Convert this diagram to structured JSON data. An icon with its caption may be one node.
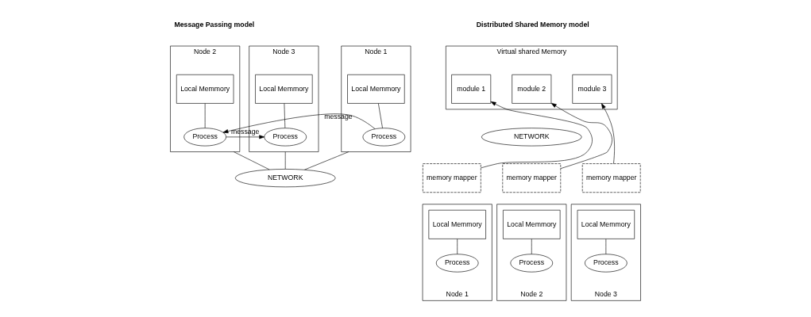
{
  "diagram": {
    "nodes": [
      {
        "text": [
          "Node 1"
        ]
      },
      {
        "text": [
          "Local Memmory"
        ],
        "in": 0
      },
      {
        "text": [
          "Process"
        ],
        "in": 0
      },
      {
        "text": [
          "Node 2"
        ]
      },
      {
        "text": [
          "Local Memmory"
        ],
        "in": 3
      },
      {
        "text": [
          "Process"
        ],
        "in": 3
      },
      {
        "text": [
          "Node 3"
        ]
      },
      {
        "text": [
          "Local Memmory"
        ],
        "in": 6
      },
      {
        "text": [
          "Process"
        ],
        "in": 6
      },
      {
        "text": [
          "NETWORK"
        ]
      },
      {
        "text": [
          "Virtual shared Memory"
        ]
      },
      {
        "text": [
          "module 1"
        ],
        "in": 10
      },
      {
        "text": [
          "module 2"
        ],
        "in": 10
      },
      {
        "text": [
          "module 3"
        ],
        "in": 10
      },
      {
        "text": [
          "NETWORK"
        ]
      },
      {
        "text": [
          "memory mapper"
        ]
      },
      {
        "text": [
          "Node 1"
        ]
      },
      {
        "text": [
          "Local Memmory"
        ],
        "in": 16
      },
      {
        "text": [
          "Process"
        ],
        "in": 16
      },
      {
        "text": [
          "memory mapper"
        ]
      },
      {
        "text": [
          "Node 2"
        ]
      },
      {
        "text": [
          "Local Memmory"
        ],
        "in": 20
      },
      {
        "text": [
          "Process"
        ],
        "in": 20
      },
      {
        "text": [
          "memory mapper"
        ]
      },
      {
        "text": [
          "Node 3"
        ]
      },
      {
        "text": [
          "Local Memmory"
        ],
        "in": 24
      },
      {
        "text": [
          "Process"
        ],
        "in": 24
      }
    ],
    "edges": [
      {
        "from": 1,
        "to": 2,
        "arrow": "none"
      },
      {
        "from": 4,
        "to": 5,
        "arrow": "none"
      },
      {
        "from": 7,
        "to": 8,
        "arrow": "none"
      },
      {
        "from": 0,
        "to": 9,
        "arrow": "none"
      },
      {
        "from": 3,
        "to": 9,
        "arrow": "none"
      },
      {
        "from": 6,
        "to": 9,
        "arrow": "none"
      },
      {
        "from": 2,
        "to": 5,
        "arrow": "to",
        "label": "message"
      },
      {
        "from": 5,
        "to": 8,
        "arrow": "to",
        "label": "message"
      },
      {
        "from": 15,
        "to": 11,
        "arrow": "to"
      },
      {
        "from": 19,
        "to": 12,
        "arrow": "to"
      },
      {
        "from": 23,
        "to": 13,
        "arrow": "to"
      },
      {
        "from": 17,
        "to": 18,
        "arrow": "none"
      },
      {
        "from": 21,
        "to": 22,
        "arrow": "none"
      },
      {
        "from": 25,
        "to": 26,
        "arrow": "none"
      }
    ],
    "labels": [
      "Message Passing model",
      "Distributed Shared Memory model"
    ]
  }
}
